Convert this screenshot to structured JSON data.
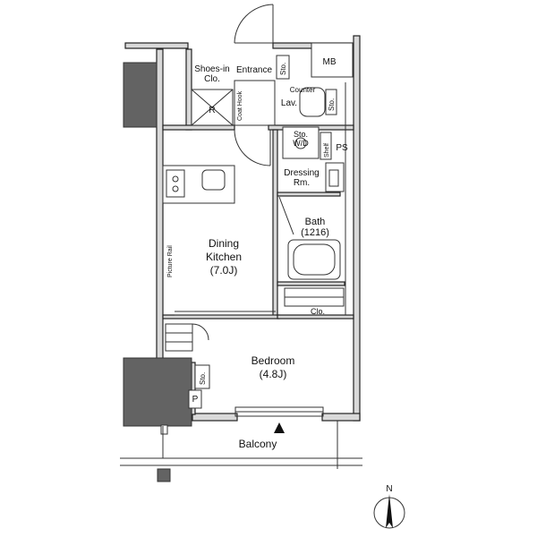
{
  "rooms": {
    "dining_kitchen": {
      "line1": "Dining",
      "line2": "Kitchen",
      "line3": "(7.0J)"
    },
    "bedroom": {
      "line1": "Bedroom",
      "line2": "(4.8J)"
    },
    "bath": {
      "line1": "Bath",
      "line2": "(1216)"
    },
    "dressing": {
      "line1": "Dressing",
      "line2": "Rm."
    },
    "entrance": "Entrance",
    "shoes_in": {
      "line1": "Shoes-in",
      "line2": "Clo."
    },
    "balcony": "Balcony",
    "lav": "Lav.",
    "counter": "Counter",
    "mb": "MB",
    "ps": "PS",
    "shelf": "Shelf",
    "clo": "Clo.",
    "sto_entrance": "Sto.",
    "sto_lav": "Sto.",
    "sto_bedroom": "Sto.",
    "sto_wd": {
      "line1": "Sto.",
      "line2": "W/D"
    },
    "coat_hook": "Coat Hook",
    "picture_rail": "Picture Rail",
    "r": "R",
    "p": "P",
    "north": "N"
  }
}
